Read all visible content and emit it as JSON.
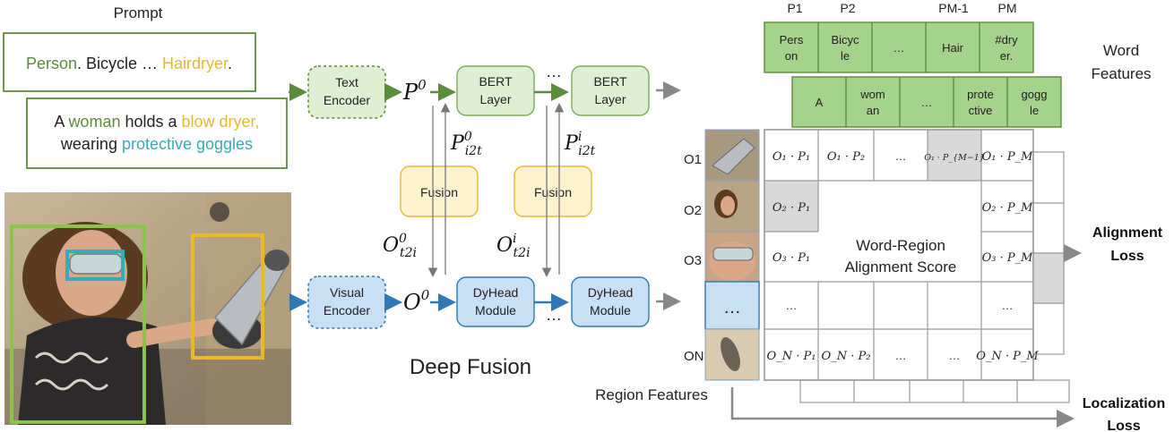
{
  "prompt_label": "Prompt",
  "prompt1": {
    "w1": "Person",
    "w2": ". Bicycle … ",
    "w3": "Hairdryer",
    "w4": "."
  },
  "prompt2": {
    "line1": {
      "a": "A ",
      "b": "woman",
      "c": " holds a ",
      "d": "blow dryer,"
    },
    "line2": {
      "a": "wearing ",
      "b": "protective goggles"
    }
  },
  "text_encoder": {
    "l1": "Text",
    "l2": "Encoder"
  },
  "visual_encoder": {
    "l1": "Visual",
    "l2": "Encoder"
  },
  "bert1": {
    "l1": "BERT",
    "l2": "Layer"
  },
  "bert2": {
    "l1": "BERT",
    "l2": "Layer"
  },
  "dyhead1": {
    "l1": "DyHead",
    "l2": "Module"
  },
  "dyhead2": {
    "l1": "DyHead",
    "l2": "Module"
  },
  "fusion_label": "Fusion",
  "ellipsis": "…",
  "math": {
    "p0": {
      "base": "P",
      "sup": "0"
    },
    "o0": {
      "base": "O",
      "sup": "0"
    },
    "pi2t0": {
      "base": "P",
      "sup": "0",
      "sub": "i2t"
    },
    "pi2ti": {
      "base": "P",
      "sup": "i",
      "sub": "i2t"
    },
    "ot2i0": {
      "base": "O",
      "sup": "0",
      "sub": "t2i"
    },
    "ot2ii": {
      "base": "O",
      "sup": "i",
      "sub": "t2i"
    }
  },
  "deep_fusion": "Deep Fusion",
  "word_features": {
    "l1": "Word",
    "l2": "Features"
  },
  "p_headers": [
    "P1",
    "P2",
    "PM-1",
    "PM"
  ],
  "word_row1": [
    [
      "Pers",
      "on"
    ],
    [
      "Bicyc",
      "le"
    ],
    [
      "…",
      ""
    ],
    [
      "Hair",
      ""
    ],
    [
      "#dry",
      "er."
    ]
  ],
  "word_row2": [
    [
      "A",
      ""
    ],
    [
      "wom",
      "an"
    ],
    [
      "…",
      ""
    ],
    [
      "prote",
      "ctive"
    ],
    [
      "gogg",
      "le"
    ]
  ],
  "region_labels": [
    "O1",
    "O2",
    "O3",
    "ON"
  ],
  "region_features": "Region Features",
  "grid": {
    "r0": [
      "O₁ · P₁",
      "O₁ · P₂",
      "…",
      "O₁ · P_{M−1}",
      "O₁ · P_M"
    ],
    "r1": [
      "O₂ · P₁",
      "O₂ · P_M"
    ],
    "r2": [
      "O₃ · P₁",
      "O₃ · P_M"
    ],
    "r3": [
      "…",
      "…"
    ],
    "r4": [
      "O_N · P₁",
      "O_N · P₂",
      "…",
      "…",
      "O_N · P_M"
    ]
  },
  "alignment_score": {
    "l1": "Word-Region",
    "l2": "Alignment Score"
  },
  "alignment_loss": {
    "l1": "Alignment",
    "l2": "Loss"
  },
  "localization_loss": {
    "l1": "Localization",
    "l2": "Loss"
  },
  "colors": {
    "green": "#5b8c3a",
    "green_fill": "#deefd4",
    "yellow": "#e8b830",
    "yellow_fill": "#fdf3cf",
    "blue": "#2e78b4",
    "blue_fill": "#c9dff3",
    "teal": "#3aa9b9",
    "word_fill": "#a5d28c",
    "gray": "#888888",
    "gray_fill": "#d9d9d9"
  }
}
